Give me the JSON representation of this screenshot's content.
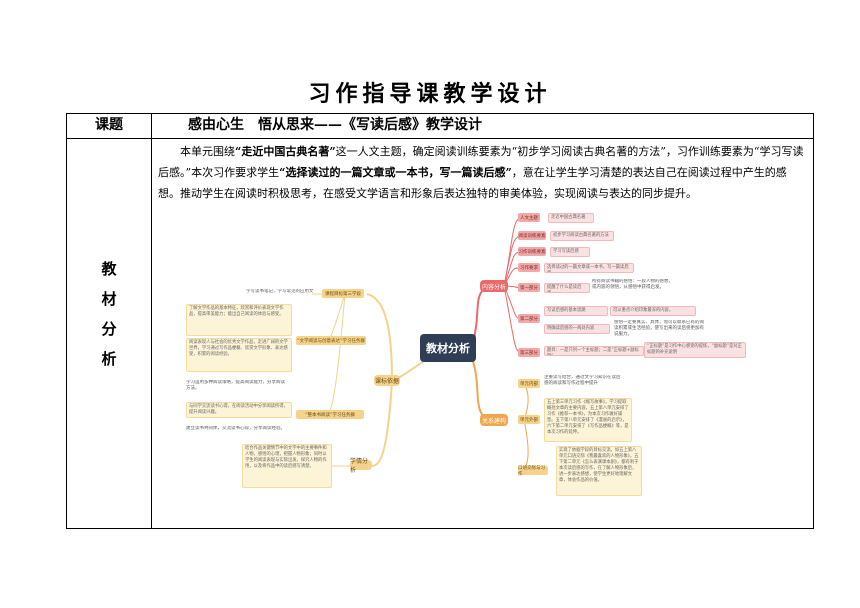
{
  "document": {
    "title": "习作指导课教学设计"
  },
  "table": {
    "row1": {
      "label": "课题",
      "topic": "感由心生　悟从思来——《写读后感》教学设计"
    },
    "row2": {
      "label_chars": [
        "教",
        "材",
        "分",
        "析"
      ],
      "intro_parts": {
        "p1": "本单元围绕",
        "b1": "“走近中国古典名著”",
        "p2": "这一人文主题，确定阅读训练要素为“初步学习阅读古典名著的方法”，习作训练要素为“学习写读后感。”本次习作要求学生",
        "b2": "“选择读过的一篇文章或一本书，写一篇读后感”",
        "p3": "，意在让学生学习清楚的表达自己在阅读过程中产生的感想。推动学生在阅读时积极思考，在感受文学语言和形象后表达独特的审美体验，实现阅读与表达的同步提升。"
      }
    }
  },
  "mindmap": {
    "center": "教材分析",
    "colors": {
      "center": "#2f3d55",
      "red": "#e86a6a",
      "orange": "#f0a64a",
      "pink": "#f4a7a7",
      "yellow": "#f5d38a"
    },
    "branch_content": "内容分析",
    "branch_structure": "关系建构",
    "branch_standard": "课标依据",
    "branch_learning": "学情分析",
    "content_tags": [
      "人文主题",
      "阅读训练要素",
      "习作训练要素",
      "习作要求",
      "第一部分",
      "第二部分",
      "第三部分"
    ],
    "content_boxes": [
      "走近中国古典名著",
      "初步学习阅读古典名著的方法",
      "学习写读后感",
      "选择读过的一篇文章或一本书，写一篇读后感",
      "提醒了什么是读后感。",
      "写读后感的基本思路",
      "明确读后感的一两处内容",
      "题目：一是只列一个主标题；二是“正标题+副标题”"
    ],
    "content_extras": [
      "所有阅读书籍的感悟：一段人物的感想，或内容的领悟，从感悟中获得启发。",
      "可以重点介绍印象最深的内容。",
      "感悟一定要真实，具体，而可以联系已有的阅读积累或生活经验，使写出来的读后感更加有说服力。",
      "“正标题”是习作中心感受的提炼，“副标题”是对正标题的补充说明"
    ],
    "structure_tags": [
      "单元内部",
      "单元外部",
      "口语交际与习作"
    ],
    "structure_boxes": [
      "注重读写结合，通过文学习知识在读后感的阅读和写作过程中提升",
      "五上第三单元习作《缩写故事》，学习提取概括文章的主要内容，五上第八单元安排了习作《推荐一本书》，为本次习作做好铺垫。五下第八单元安排了《漫画的启示》，六下第二单元安排了《写作品梗概》等，是本次习作的延伸。",
      "实现了依据学段的目标交流。如五上第八单元口语交际《我最喜欢的人物形象》，五下第二单元《怎么表演课本剧》，都有利于本次读后感的写作，在了解人物形象后，进一步表达感想，使学生更好地理解文章，体会作品的价值。"
    ],
    "standard_tags": [
      "课程目标第三学段",
      "“文学阅读与创意表达”学习任务群",
      "“整本书阅读”学习任务群"
    ],
    "standard_boxes": [
      "学写读书笔记，学写常见的应用文",
      "了解文学作品的基本特征，欣赏和评价表现文学作品，提高审美能力；能出自己阅读的体验与感受。",
      "阅读表现人与社会的优秀文学作品，走进广阔的文学世界，学习通过写作品梗概、欣赏文学形象、表达感受，积累的阅读经验。",
      "学习运用多种阅读策略，提高阅读能力，分享阅读方法。",
      "与同学交流读书心得，在阅读活动中分享阅读所得，提升阅读兴趣。",
      "建立读书共同体，交流读书心得，分享阅读经验。"
    ],
    "learning_box": "结合作品关键情节中的文字中的主要事件和人物，感悟的心理，把握人物形象；同时以学生的阅读表现与实际出发，探究人物的作用，以及将作品中的读后感写清楚。"
  }
}
